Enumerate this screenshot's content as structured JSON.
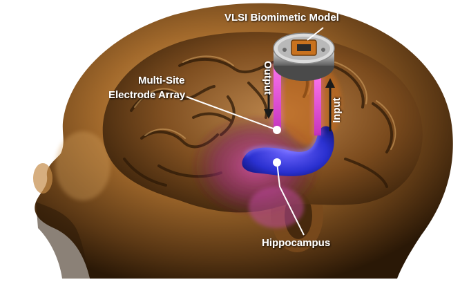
{
  "labels": {
    "vlsi_model": "VLSI Biomimetic Model",
    "electrode_array_line1": "Multi-Site",
    "electrode_array_line2": "Electrode Array",
    "hippocampus": "Hippocampus",
    "output": "Output",
    "input": "Input"
  },
  "colors": {
    "background": "#ffffff",
    "skin_dark": "#3b2610",
    "skin_mid": "#8a5a24",
    "skin_light": "#d9aa62",
    "brain": "#6b4018",
    "brain_highlight": "#c89452",
    "electrode_beam": "#e94be8",
    "hippocampus": "#2c37d8",
    "hippocampus_glow": "#5a4af5",
    "callout_line": "#ffffff",
    "label_text": "#ffffff"
  },
  "icons": [
    "chip-device-icon",
    "output-arrow-icon",
    "input-arrow-icon"
  ]
}
